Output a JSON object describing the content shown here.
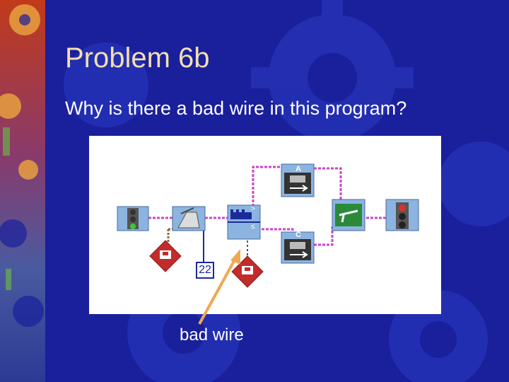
{
  "slide": {
    "title": "Problem 6b",
    "question": "Why is there a bad wire in this program?",
    "caption": "bad wire"
  },
  "program": {
    "constant_value": "22",
    "port_a_label": "A",
    "port_c_label": "C",
    "compare_gt": ">",
    "compare_le": "≤"
  },
  "colors": {
    "background": "#1a1f9c",
    "title": "#f3dfae",
    "data_wire": "#cc44cc",
    "sensor_wire": "#8a6a3a",
    "arrow": "#f0a850",
    "block_blue": "#8cb4e0",
    "block_dark": "#2a3e8c",
    "sensor_red": "#c42b2b"
  }
}
